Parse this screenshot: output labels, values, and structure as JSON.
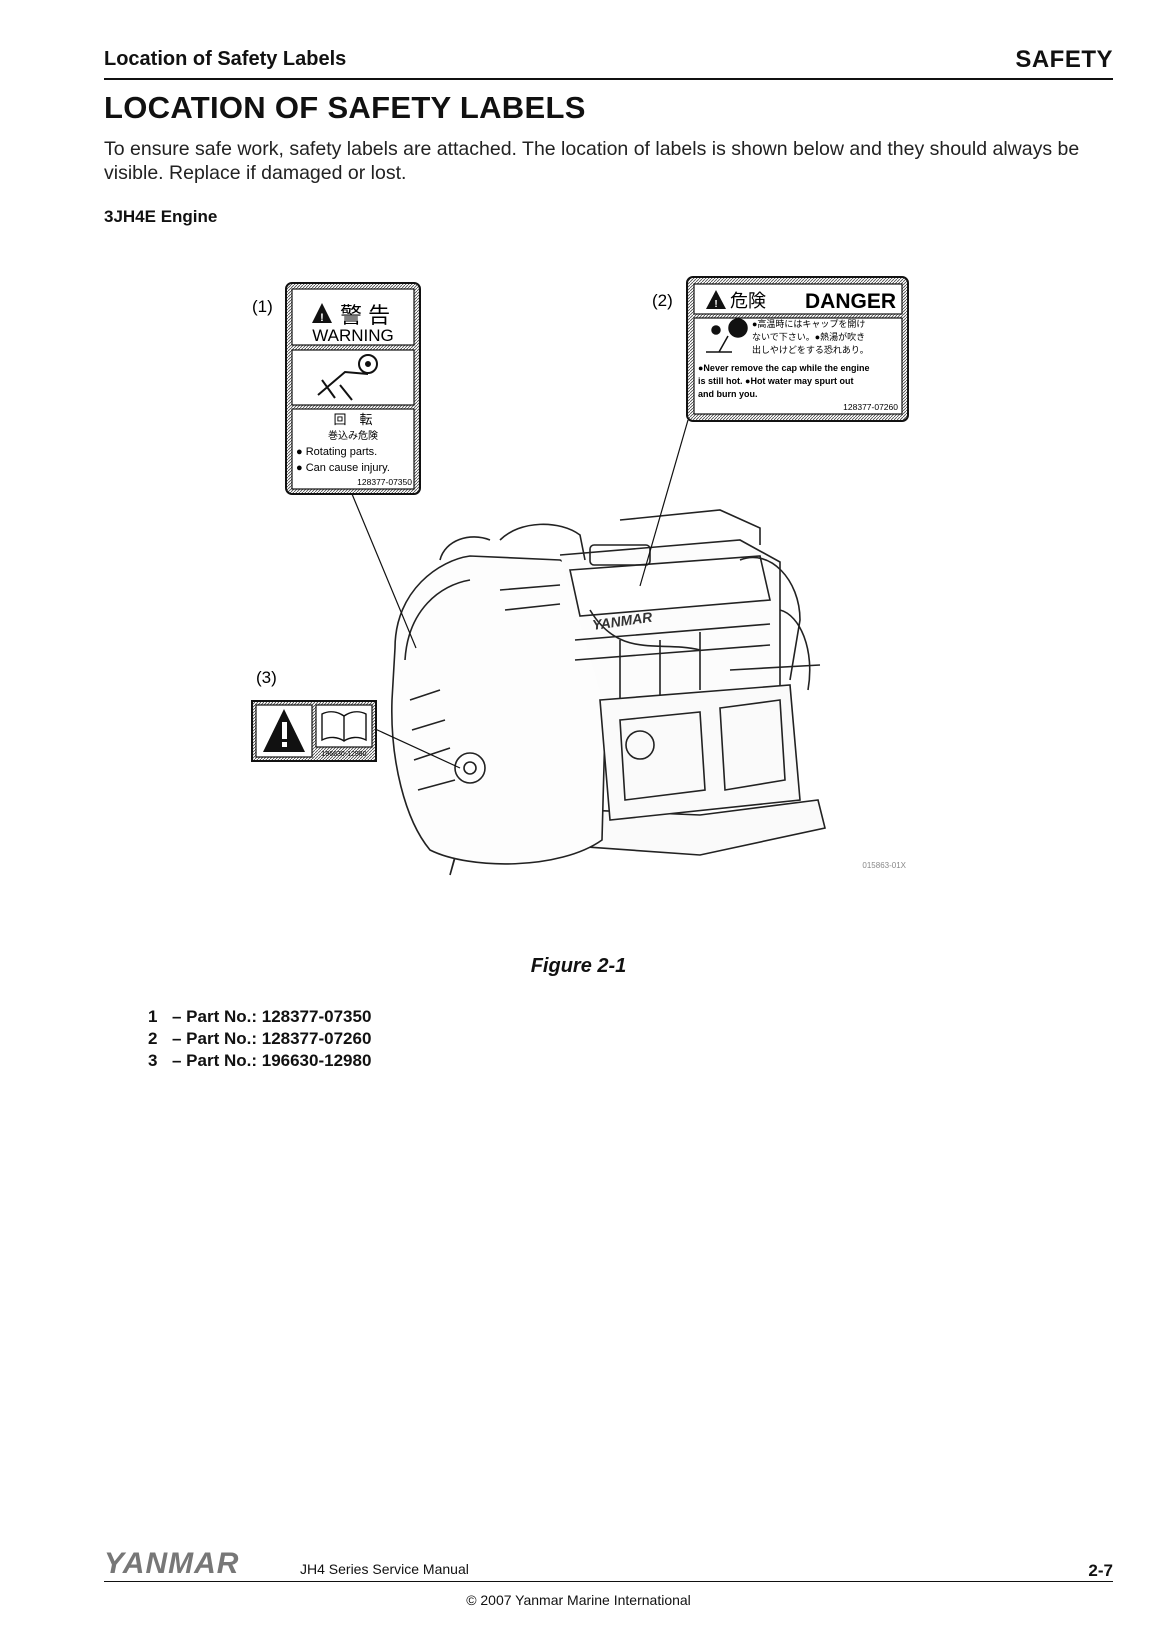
{
  "header": {
    "section": "Location of Safety Labels",
    "chapter": "SAFETY"
  },
  "page_title": "LOCATION OF SAFETY LABELS",
  "intro": "To ensure safe work, safety labels are attached. The location of labels is shown below and they should always be visible. Replace if damaged or lost.",
  "subheading": "3JH4E Engine",
  "figure": {
    "caption": "Figure 2-1",
    "drawing_code": "015863-01X",
    "callouts": [
      "(1)",
      "(2)",
      "(3)"
    ],
    "engine_brand": "YANMAR",
    "label1": {
      "heading_jp": "警 告",
      "heading_en": "WARNING",
      "text_jp1": "回　転",
      "text_jp2": "巻込み危険",
      "bullet1": "● Rotating parts.",
      "bullet2": "● Can cause injury.",
      "part_no": "128377-07350"
    },
    "label2": {
      "heading_jp": "危険",
      "heading_en": "DANGER",
      "jp_line1": "●高温時にはキャップを開け",
      "jp_line2": "ないで下さい。●熱湯が吹き",
      "jp_line3": "出しやけどをする恐れあり。",
      "en_line1": "●Never remove the cap while the engine",
      "en_line2": "is still hot.   ●Hot water may spurt out",
      "en_line3": "and burn you.",
      "part_no": "128377-07260"
    },
    "label3": {
      "part_no": "196630-12980"
    }
  },
  "parts": [
    {
      "num": "1",
      "text": "– Part No.: 128377-07350"
    },
    {
      "num": "2",
      "text": "– Part No.: 128377-07260"
    },
    {
      "num": "3",
      "text": "– Part No.: 196630-12980"
    }
  ],
  "footer": {
    "logo_text": "YANMAR",
    "manual": "JH4 Series Service Manual",
    "page": "2-7",
    "copyright": "© 2007 Yanmar Marine International"
  }
}
